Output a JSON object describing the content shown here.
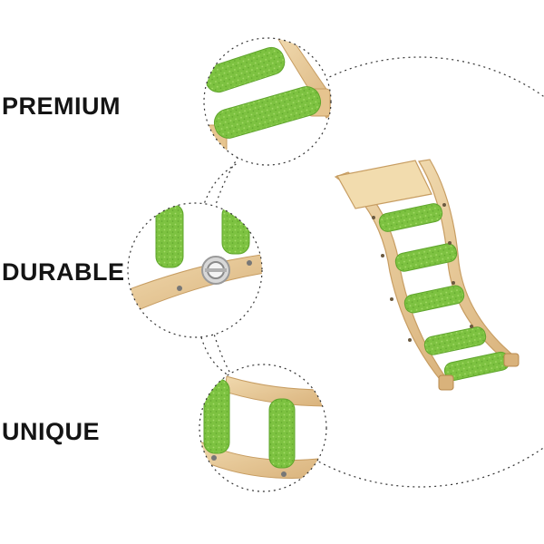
{
  "features": [
    {
      "label": "PREMIUM"
    },
    {
      "label": "DURABLE"
    },
    {
      "label": "UNIQUE"
    }
  ],
  "colors": {
    "wood": "#e2c08f",
    "wood_dark": "#c79d62",
    "wood_light": "#f0d9ae",
    "sisal_green": "#7dc241",
    "sisal_green_dark": "#5fa52c",
    "dash": "#333333",
    "text": "#141414"
  },
  "icons": [
    "ladder-product-image",
    "screw-icon",
    "zoom-detail-circle"
  ]
}
